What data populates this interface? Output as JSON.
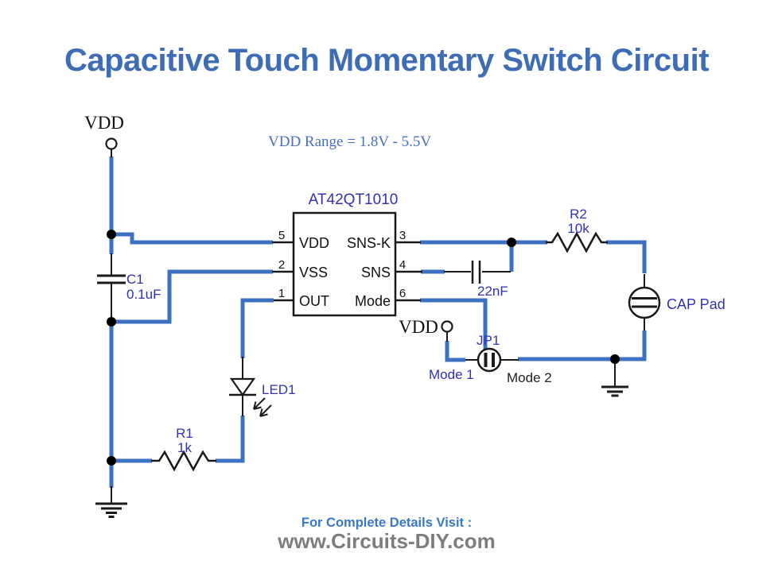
{
  "title": "Capacitive Touch Momentary Switch Circuit",
  "note": "VDD Range = 1.8V - 5.5V",
  "power": {
    "vdd_label_top": "VDD",
    "vdd_label_jumper": "VDD"
  },
  "ic": {
    "name": "AT42QT1010",
    "left_pins": [
      {
        "num": "5",
        "label": "VDD"
      },
      {
        "num": "2",
        "label": "VSS"
      },
      {
        "num": "1",
        "label": "OUT"
      }
    ],
    "right_pins": [
      {
        "num": "3",
        "label": "SNS-K"
      },
      {
        "num": "4",
        "label": "SNS"
      },
      {
        "num": "6",
        "label": "Mode"
      }
    ]
  },
  "components": {
    "c1": {
      "ref": "C1",
      "value": "0.1uF"
    },
    "r1": {
      "ref": "R1",
      "value": "1k"
    },
    "r2": {
      "ref": "R2",
      "value": "10k"
    },
    "c2": {
      "value": "22nF"
    },
    "led": {
      "ref": "LED1"
    },
    "jumper": {
      "ref": "JP1",
      "mode1": "Mode 1",
      "mode2": "Mode 2"
    },
    "cap_pad": {
      "label": "CAP Pad"
    }
  },
  "footer": {
    "line1": "For Complete Details Visit :",
    "line2": "www.Circuits-DIY.com"
  },
  "colors": {
    "wire_blue": "#3c70c2",
    "component_label_blue": "#3232b4",
    "title_blue": "#3e6db5",
    "note_blue": "#4a6fc0",
    "footer_blue": "#3778c8",
    "footer_gray": "#7d7d7d"
  }
}
